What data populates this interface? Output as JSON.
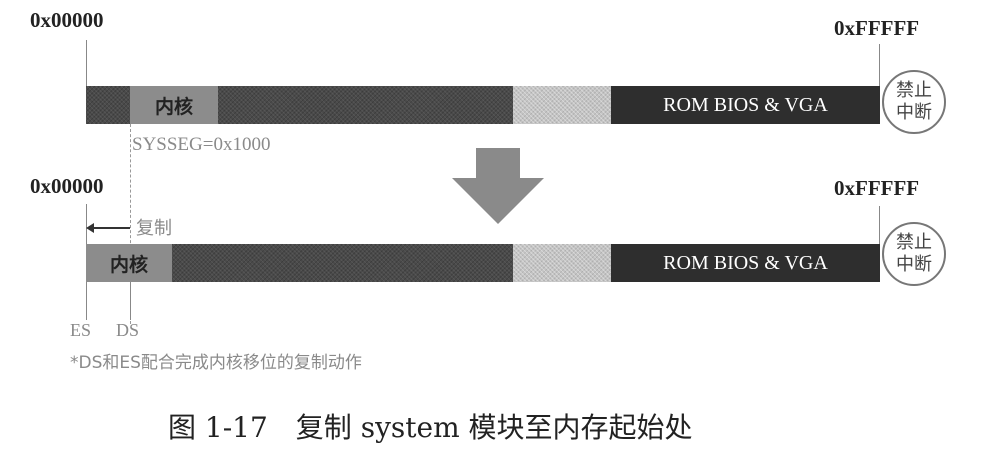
{
  "top": {
    "addr_start": "0x00000",
    "addr_end": "0xFFFFF",
    "kernel_label": "内核",
    "rom_label": "ROM BIOS & VGA",
    "sysseg_label": "SYSSEG=0x1000",
    "interrupt": {
      "line1": "禁止",
      "line2": "中断"
    }
  },
  "bottom": {
    "addr_start": "0x00000",
    "addr_end": "0xFFFFF",
    "kernel_label": "内核",
    "rom_label": "ROM BIOS & VGA",
    "copy_label": "复制",
    "es_label": "ES",
    "ds_label": "DS",
    "interrupt": {
      "line1": "禁止",
      "line2": "中断"
    }
  },
  "note": "*DS和ES配合完成内核移位的复制动作",
  "caption": "图 1-17　复制 system 模块至内存起始处",
  "colors": {
    "dark_segment": "#4a4a4a",
    "light_segment": "#c4c4c4",
    "kernel_segment": "#8c8c8c",
    "rom_segment": "#2e2e2e",
    "arrow": "#8a8a8a",
    "gray_text": "#8a8a8a"
  }
}
